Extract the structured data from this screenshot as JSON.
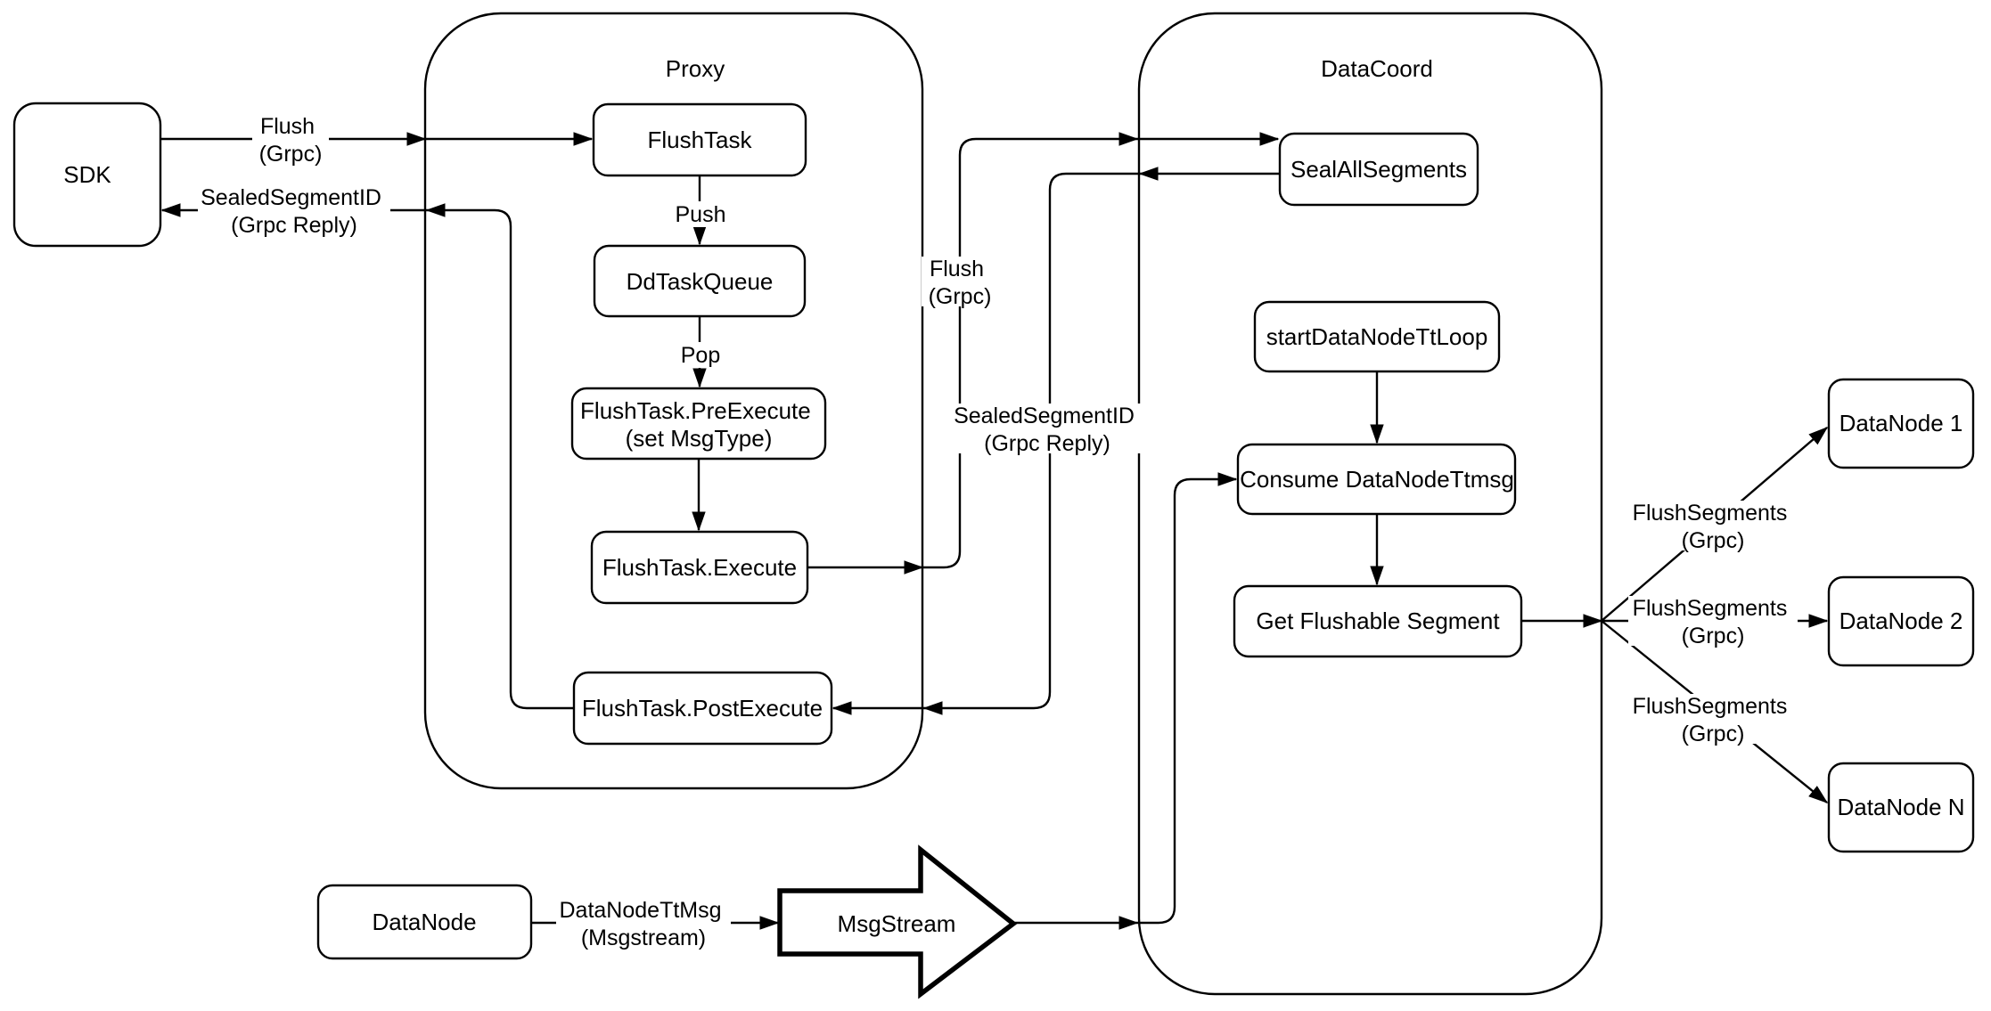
{
  "page": {
    "background": "#ffffff"
  },
  "diagram": {
    "colors": {
      "stroke": "#000000",
      "fill": "#ffffff"
    },
    "containers": {
      "proxy": {
        "title": "Proxy"
      },
      "datacoord": {
        "title": "DataCoord"
      }
    },
    "nodes": {
      "sdk": {
        "label": "SDK"
      },
      "flush_task": {
        "label": "FlushTask"
      },
      "dd_task_queue": {
        "label": "DdTaskQueue"
      },
      "pre_execute": {
        "line1": "FlushTask.PreExecute",
        "line2": "(set MsgType)"
      },
      "execute": {
        "label": "FlushTask.Execute"
      },
      "post_execute": {
        "label": "FlushTask.PostExecute"
      },
      "seal_all_segments": {
        "label": "SealAllSegments"
      },
      "start_datanode_tt_loop": {
        "label": "startDataNodeTtLoop"
      },
      "consume_datanode_ttmsg": {
        "label": "Consume DataNodeTtmsg"
      },
      "get_flushable_segment": {
        "label": "Get Flushable Segment"
      },
      "datanode_1": {
        "label": "DataNode 1"
      },
      "datanode_2": {
        "label": "DataNode 2"
      },
      "datanode_n": {
        "label": "DataNode N"
      },
      "datanode_source": {
        "label": "DataNode"
      },
      "msgstream": {
        "label": "MsgStream"
      }
    },
    "edge_labels": {
      "flush_grpc_sdk": {
        "line1": "Flush",
        "line2": "(Grpc)"
      },
      "sealed_segment_id_sdk": {
        "line1": "SealedSegmentID",
        "line2": "(Grpc Reply)"
      },
      "push": {
        "label": "Push"
      },
      "pop": {
        "label": "Pop"
      },
      "flush_grpc_coord": {
        "line1": "Flush",
        "line2": "(Grpc)"
      },
      "sealed_segment_id_coord": {
        "line1": "SealedSegmentID",
        "line2": "(Grpc Reply)"
      },
      "flush_segments_1": {
        "line1": "FlushSegments",
        "line2": "(Grpc)"
      },
      "flush_segments_2": {
        "line1": "FlushSegments",
        "line2": "(Grpc)"
      },
      "flush_segments_3": {
        "line1": "FlushSegments",
        "line2": "(Grpc)"
      },
      "datanode_ttmsg": {
        "line1": "DataNodeTtMsg",
        "line2": "(Msgstream)"
      }
    }
  }
}
